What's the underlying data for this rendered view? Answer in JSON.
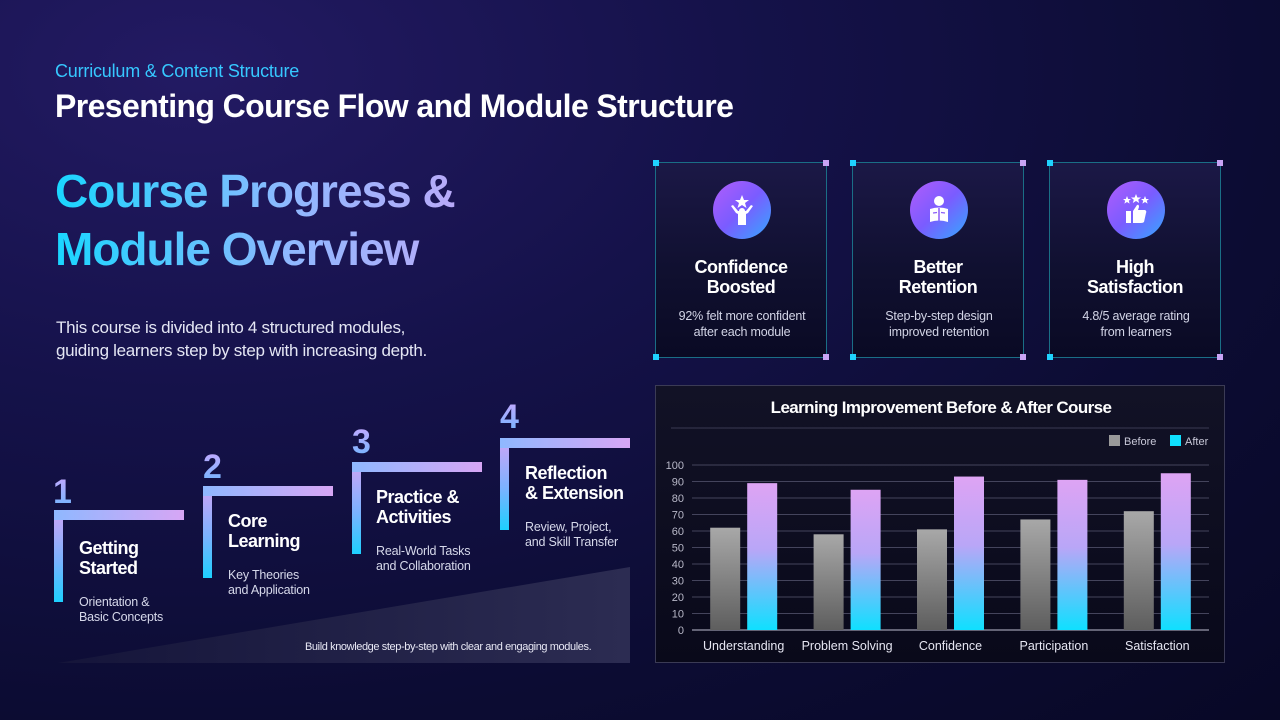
{
  "header": {
    "kicker": "Curriculum & Content Structure",
    "title": "Presenting Course Flow and Module Structure"
  },
  "hero": {
    "line1": "Course Progress &",
    "line2": "Module Overview",
    "intro_line1": "This course is divided into 4 structured modules,",
    "intro_line2": "guiding learners step by step with increasing depth."
  },
  "steps": [
    {
      "number": "1",
      "name_line1": "Getting",
      "name_line2": "Started",
      "desc_line1": "Orientation &",
      "desc_line2": "Basic Concepts"
    },
    {
      "number": "2",
      "name_line1": "Core",
      "name_line2": "Learning",
      "desc_line1": "Key Theories",
      "desc_line2": "and Application"
    },
    {
      "number": "3",
      "name_line1": "Practice &",
      "name_line2": "Activities",
      "desc_line1": "Real-World Tasks",
      "desc_line2": "and Collaboration"
    },
    {
      "number": "4",
      "name_line1": "Reflection",
      "name_line2": "& Extension",
      "desc_line1": "Review, Project,",
      "desc_line2": "and Skill Transfer"
    }
  ],
  "ramp_caption": "Build knowledge step-by-step with clear and engaging modules.",
  "cards": [
    {
      "icon": "achievement-star-person-icon",
      "title_line1": "Confidence",
      "title_line2": "Boosted",
      "desc_line1": "92% felt more confident",
      "desc_line2": "after each module"
    },
    {
      "icon": "reading-person-icon",
      "title_line1": "Better",
      "title_line2": "Retention",
      "desc_line1": "Step-by-step design",
      "desc_line2": "improved retention"
    },
    {
      "icon": "thumbs-up-stars-icon",
      "title_line1": "High",
      "title_line2": "Satisfaction",
      "desc_line1": "4.8/5 average rating",
      "desc_line2": "from learners"
    }
  ],
  "colors": {
    "accent_cyan": "#1fd2ff",
    "accent_violet": "#d7a6f5",
    "before_bar": "#9a9a9a",
    "after_bar_top": "#dea4f4",
    "after_bar_bottom": "#0fe0ff"
  },
  "chart_data": {
    "type": "bar",
    "title": "Learning Improvement Before & After Course",
    "categories": [
      "Understanding",
      "Problem Solving",
      "Confidence",
      "Participation",
      "Satisfaction"
    ],
    "series": [
      {
        "name": "Before",
        "values": [
          62,
          58,
          61,
          67,
          72
        ]
      },
      {
        "name": "After",
        "values": [
          89,
          85,
          93,
          91,
          95
        ]
      }
    ],
    "ylim": [
      0,
      100
    ],
    "yticks": [
      0,
      10,
      20,
      30,
      40,
      50,
      60,
      70,
      80,
      90,
      100
    ],
    "grid": true,
    "legend": "top-right"
  }
}
